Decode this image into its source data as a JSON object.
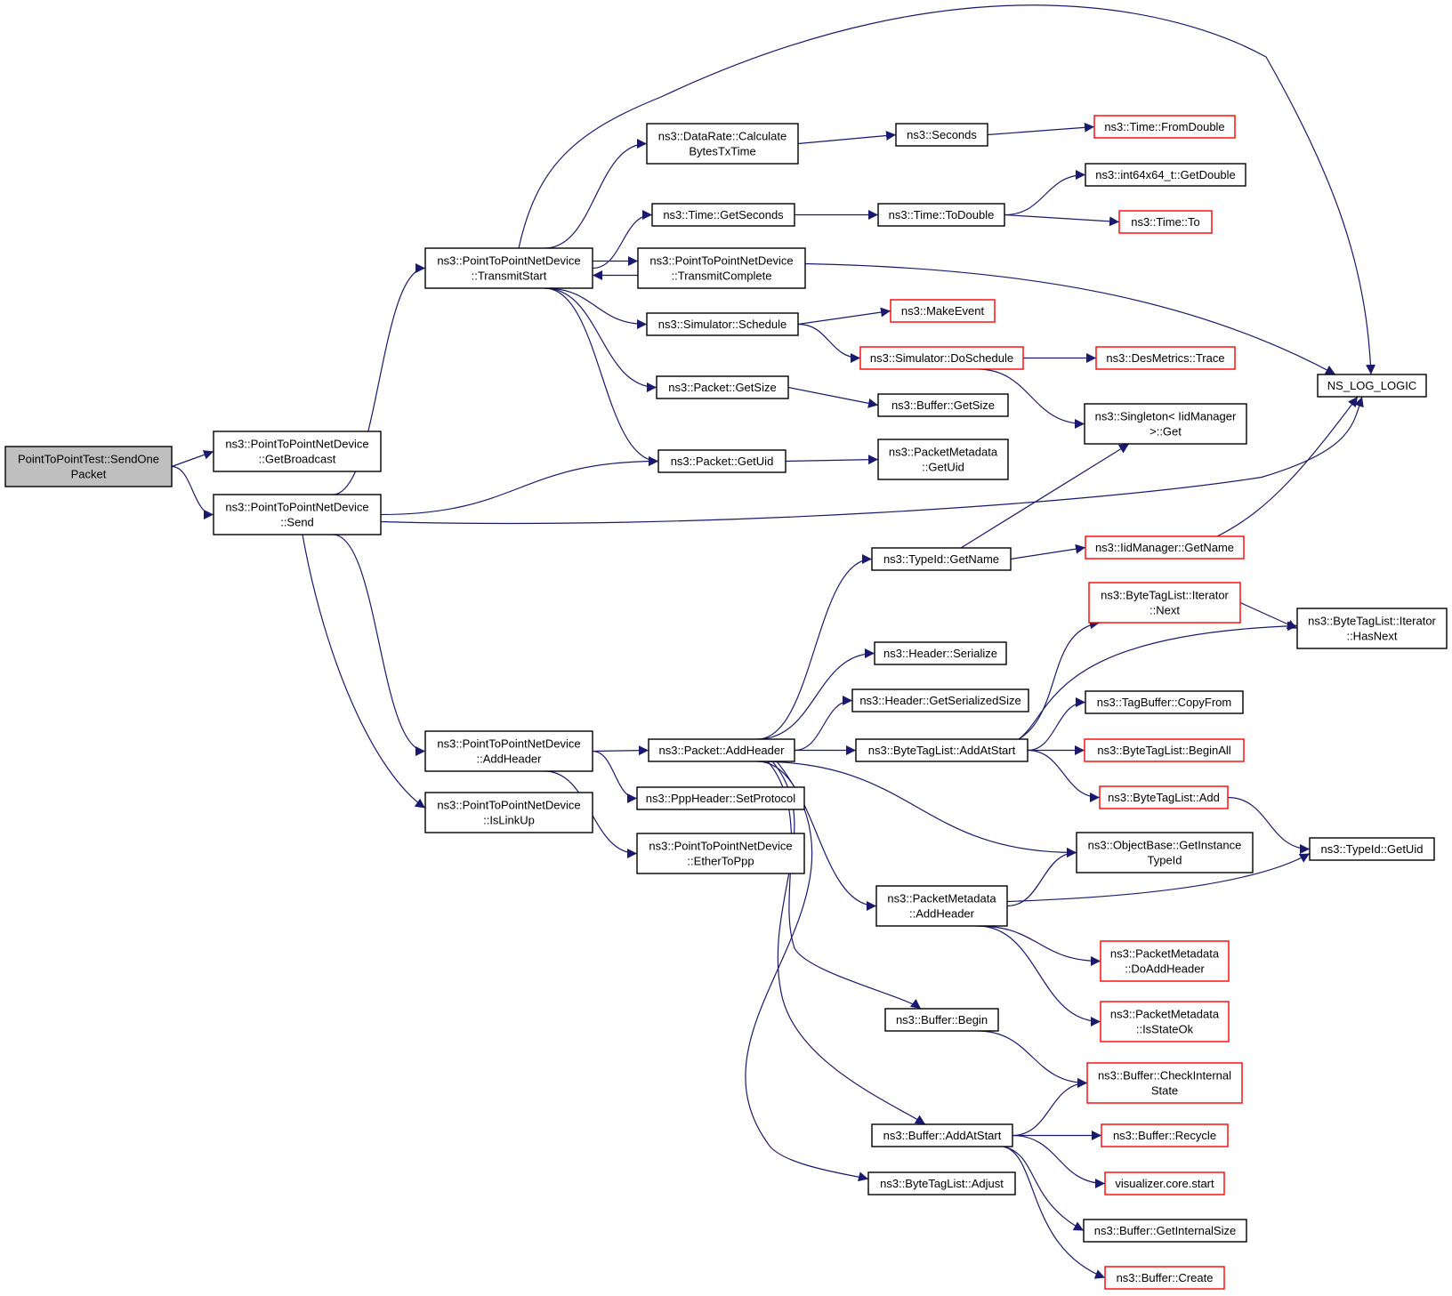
{
  "colors": {
    "edge": "#191970",
    "border_normal": "#000000",
    "border_external": "#ff0000",
    "root_fill": "#bfbfbf",
    "fill": "#ffffff",
    "text": "#000000"
  },
  "nodes": [
    {
      "id": "root",
      "lines": [
        "PointToPointTest::SendOne",
        "Packet"
      ],
      "kind": "root"
    },
    {
      "id": "getbroadcast",
      "lines": [
        "ns3::PointToPointNetDevice",
        "::GetBroadcast"
      ],
      "kind": "normal"
    },
    {
      "id": "send",
      "lines": [
        "ns3::PointToPointNetDevice",
        "::Send"
      ],
      "kind": "normal"
    },
    {
      "id": "transmitstart",
      "lines": [
        "ns3::PointToPointNetDevice",
        "::TransmitStart"
      ],
      "kind": "normal"
    },
    {
      "id": "addheader_p2p",
      "lines": [
        "ns3::PointToPointNetDevice",
        "::AddHeader"
      ],
      "kind": "normal"
    },
    {
      "id": "islinkup",
      "lines": [
        "ns3::PointToPointNetDevice",
        "::IsLinkUp"
      ],
      "kind": "normal"
    },
    {
      "id": "calcbytes",
      "lines": [
        "ns3::DataRate::Calculate",
        "BytesTxTime"
      ],
      "kind": "normal"
    },
    {
      "id": "getseconds",
      "lines": [
        "ns3::Time::GetSeconds"
      ],
      "kind": "normal"
    },
    {
      "id": "transmitcomplete",
      "lines": [
        "ns3::PointToPointNetDevice",
        "::TransmitComplete"
      ],
      "kind": "normal"
    },
    {
      "id": "schedule",
      "lines": [
        "ns3::Simulator::Schedule"
      ],
      "kind": "normal"
    },
    {
      "id": "pkt_getsize",
      "lines": [
        "ns3::Packet::GetSize"
      ],
      "kind": "normal"
    },
    {
      "id": "pkt_getuid",
      "lines": [
        "ns3::Packet::GetUid"
      ],
      "kind": "normal"
    },
    {
      "id": "pkt_addheader",
      "lines": [
        "ns3::Packet::AddHeader"
      ],
      "kind": "normal"
    },
    {
      "id": "setprotocol",
      "lines": [
        "ns3::PppHeader::SetProtocol"
      ],
      "kind": "normal"
    },
    {
      "id": "ethertoppp",
      "lines": [
        "ns3::PointToPointNetDevice",
        "::EtherToPpp"
      ],
      "kind": "normal"
    },
    {
      "id": "seconds",
      "lines": [
        "ns3::Seconds"
      ],
      "kind": "normal"
    },
    {
      "id": "todouble",
      "lines": [
        "ns3::Time::ToDouble"
      ],
      "kind": "normal"
    },
    {
      "id": "makeevent",
      "lines": [
        "ns3::MakeEvent"
      ],
      "kind": "external"
    },
    {
      "id": "doschedule",
      "lines": [
        "ns3::Simulator::DoSchedule"
      ],
      "kind": "external"
    },
    {
      "id": "buf_getsize",
      "lines": [
        "ns3::Buffer::GetSize"
      ],
      "kind": "normal"
    },
    {
      "id": "pm_getuid",
      "lines": [
        "ns3::PacketMetadata",
        "::GetUid"
      ],
      "kind": "normal"
    },
    {
      "id": "typeid_getname",
      "lines": [
        "ns3::TypeId::GetName"
      ],
      "kind": "normal"
    },
    {
      "id": "header_serialize",
      "lines": [
        "ns3::Header::Serialize"
      ],
      "kind": "normal"
    },
    {
      "id": "header_getser",
      "lines": [
        "ns3::Header::GetSerializedSize"
      ],
      "kind": "normal"
    },
    {
      "id": "btl_addatstart",
      "lines": [
        "ns3::ByteTagList::AddAtStart"
      ],
      "kind": "normal"
    },
    {
      "id": "pm_addheader",
      "lines": [
        "ns3::PacketMetadata",
        "::AddHeader"
      ],
      "kind": "normal"
    },
    {
      "id": "buf_begin",
      "lines": [
        "ns3::Buffer::Begin"
      ],
      "kind": "normal"
    },
    {
      "id": "buf_addatstart",
      "lines": [
        "ns3::Buffer::AddAtStart"
      ],
      "kind": "normal"
    },
    {
      "id": "btl_adjust",
      "lines": [
        "ns3::ByteTagList::Adjust"
      ],
      "kind": "normal"
    },
    {
      "id": "fromdouble",
      "lines": [
        "ns3::Time::FromDouble"
      ],
      "kind": "external"
    },
    {
      "id": "int64getdouble",
      "lines": [
        "ns3::int64x64_t::GetDouble"
      ],
      "kind": "normal"
    },
    {
      "id": "time_to",
      "lines": [
        "ns3::Time::To"
      ],
      "kind": "external"
    },
    {
      "id": "desmetrics",
      "lines": [
        "ns3::DesMetrics::Trace"
      ],
      "kind": "external"
    },
    {
      "id": "singleton_get",
      "lines": [
        "ns3::Singleton< IidManager",
        ">::Get"
      ],
      "kind": "normal"
    },
    {
      "id": "iid_getname",
      "lines": [
        "ns3::IidManager::GetName"
      ],
      "kind": "external"
    },
    {
      "id": "btl_iter_next",
      "lines": [
        "ns3::ByteTagList::Iterator",
        "::Next"
      ],
      "kind": "external"
    },
    {
      "id": "tagbuf_copyfrom",
      "lines": [
        "ns3::TagBuffer::CopyFrom"
      ],
      "kind": "normal"
    },
    {
      "id": "btl_beginall",
      "lines": [
        "ns3::ByteTagList::BeginAll"
      ],
      "kind": "external"
    },
    {
      "id": "btl_add",
      "lines": [
        "ns3::ByteTagList::Add"
      ],
      "kind": "external"
    },
    {
      "id": "objbase_getinst",
      "lines": [
        "ns3::ObjectBase::GetInstance",
        "TypeId"
      ],
      "kind": "normal"
    },
    {
      "id": "pm_doaddheader",
      "lines": [
        "ns3::PacketMetadata",
        "::DoAddHeader"
      ],
      "kind": "external"
    },
    {
      "id": "pm_isstateok",
      "lines": [
        "ns3::PacketMetadata",
        "::IsStateOk"
      ],
      "kind": "external"
    },
    {
      "id": "buf_checkinternal",
      "lines": [
        "ns3::Buffer::CheckInternal",
        "State"
      ],
      "kind": "external"
    },
    {
      "id": "buf_recycle",
      "lines": [
        "ns3::Buffer::Recycle"
      ],
      "kind": "external"
    },
    {
      "id": "viz_start",
      "lines": [
        "visualizer.core.start"
      ],
      "kind": "external"
    },
    {
      "id": "buf_getinternalsize",
      "lines": [
        "ns3::Buffer::GetInternalSize"
      ],
      "kind": "normal"
    },
    {
      "id": "buf_create",
      "lines": [
        "ns3::Buffer::Create"
      ],
      "kind": "external"
    },
    {
      "id": "ns_log_logic",
      "lines": [
        "NS_LOG_LOGIC"
      ],
      "kind": "normal"
    },
    {
      "id": "btl_iter_hasnext",
      "lines": [
        "ns3::ByteTagList::Iterator",
        "::HasNext"
      ],
      "kind": "normal"
    },
    {
      "id": "typeid_getuid",
      "lines": [
        "ns3::TypeId::GetUid"
      ],
      "kind": "normal"
    }
  ],
  "edges": [
    [
      "root",
      "getbroadcast"
    ],
    [
      "root",
      "send"
    ],
    [
      "send",
      "transmitstart"
    ],
    [
      "send",
      "pkt_getuid"
    ],
    [
      "send",
      "ns_log_logic"
    ],
    [
      "send",
      "addheader_p2p"
    ],
    [
      "send",
      "islinkup"
    ],
    [
      "transmitstart",
      "calcbytes"
    ],
    [
      "transmitstart",
      "getseconds"
    ],
    [
      "transmitstart",
      "transmitcomplete"
    ],
    [
      "transmitcomplete",
      "transmitstart"
    ],
    [
      "transmitstart",
      "schedule"
    ],
    [
      "transmitstart",
      "pkt_getsize"
    ],
    [
      "transmitstart",
      "pkt_getuid"
    ],
    [
      "transmitstart",
      "ns_log_logic"
    ],
    [
      "transmitcomplete",
      "ns_log_logic"
    ],
    [
      "calcbytes",
      "seconds"
    ],
    [
      "seconds",
      "fromdouble"
    ],
    [
      "getseconds",
      "todouble"
    ],
    [
      "todouble",
      "int64getdouble"
    ],
    [
      "todouble",
      "time_to"
    ],
    [
      "schedule",
      "makeevent"
    ],
    [
      "schedule",
      "doschedule"
    ],
    [
      "doschedule",
      "desmetrics"
    ],
    [
      "doschedule",
      "singleton_get"
    ],
    [
      "pkt_getsize",
      "buf_getsize"
    ],
    [
      "pkt_getuid",
      "pm_getuid"
    ],
    [
      "addheader_p2p",
      "pkt_addheader"
    ],
    [
      "addheader_p2p",
      "setprotocol"
    ],
    [
      "addheader_p2p",
      "ethertoppp"
    ],
    [
      "pkt_addheader",
      "typeid_getname"
    ],
    [
      "pkt_addheader",
      "header_serialize"
    ],
    [
      "pkt_addheader",
      "header_getser"
    ],
    [
      "pkt_addheader",
      "btl_addatstart"
    ],
    [
      "pkt_addheader",
      "objbase_getinst"
    ],
    [
      "pkt_addheader",
      "pm_addheader"
    ],
    [
      "pkt_addheader",
      "buf_begin"
    ],
    [
      "pkt_addheader",
      "buf_addatstart"
    ],
    [
      "pkt_addheader",
      "btl_adjust"
    ],
    [
      "typeid_getname",
      "singleton_get"
    ],
    [
      "typeid_getname",
      "iid_getname"
    ],
    [
      "iid_getname",
      "ns_log_logic"
    ],
    [
      "btl_addatstart",
      "btl_iter_next"
    ],
    [
      "btl_addatstart",
      "btl_iter_hasnext"
    ],
    [
      "btl_addatstart",
      "tagbuf_copyfrom"
    ],
    [
      "btl_addatstart",
      "btl_beginall"
    ],
    [
      "btl_addatstart",
      "btl_add"
    ],
    [
      "btl_iter_next",
      "btl_iter_hasnext"
    ],
    [
      "btl_add",
      "typeid_getuid"
    ],
    [
      "pm_addheader",
      "objbase_getinst"
    ],
    [
      "pm_addheader",
      "typeid_getuid"
    ],
    [
      "pm_addheader",
      "pm_doaddheader"
    ],
    [
      "pm_addheader",
      "pm_isstateok"
    ],
    [
      "buf_begin",
      "buf_checkinternal"
    ],
    [
      "buf_addatstart",
      "buf_checkinternal"
    ],
    [
      "buf_addatstart",
      "buf_recycle"
    ],
    [
      "buf_addatstart",
      "viz_start"
    ],
    [
      "buf_addatstart",
      "buf_getinternalsize"
    ],
    [
      "buf_addatstart",
      "buf_create"
    ]
  ]
}
